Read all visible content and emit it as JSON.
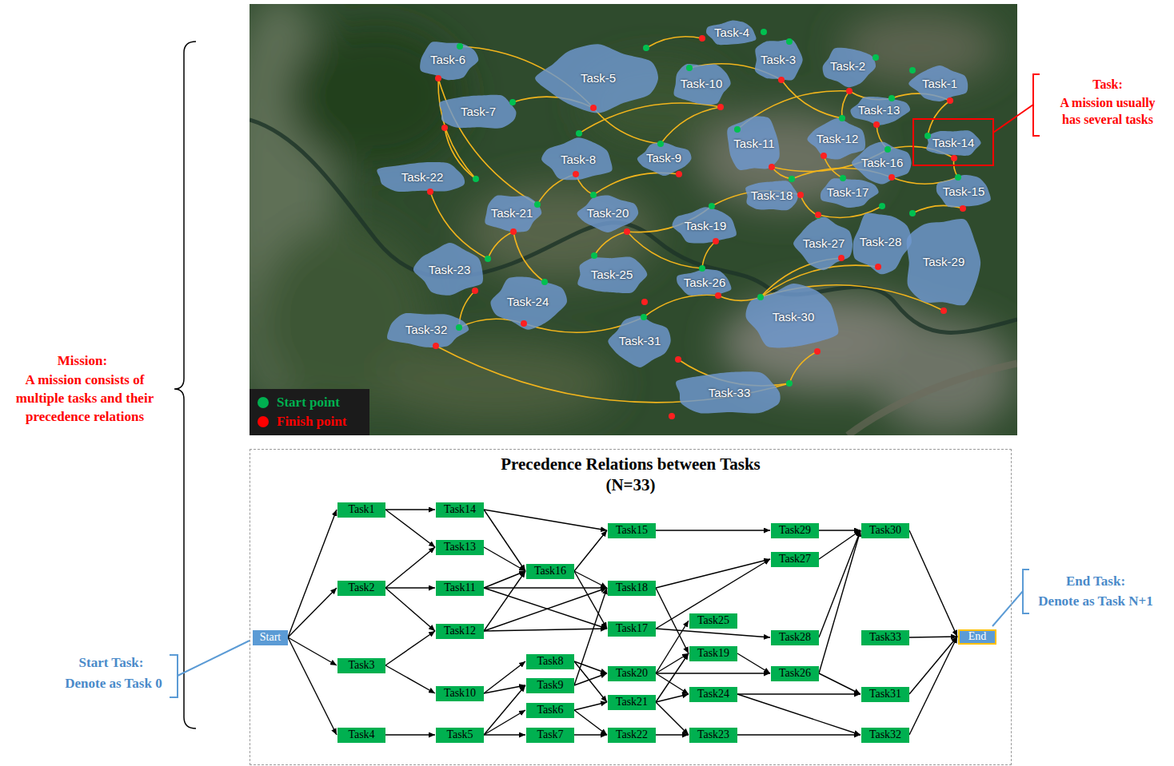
{
  "diagram": {
    "nodes": [
      {
        "text": [
          "Task-1"
        ]
      },
      {
        "text": [
          "Task-2"
        ]
      },
      {
        "text": [
          "Task-3"
        ]
      },
      {
        "text": [
          "Task-4"
        ]
      },
      {
        "text": [
          "Task-5"
        ]
      },
      {
        "text": [
          "Task-6"
        ]
      },
      {
        "text": [
          "Task-7"
        ]
      },
      {
        "text": [
          "Task-8"
        ]
      },
      {
        "text": [
          "Task-9"
        ]
      },
      {
        "text": [
          "Task-10"
        ]
      },
      {
        "text": [
          "Task-11"
        ]
      },
      {
        "text": [
          "Task-12"
        ]
      },
      {
        "text": [
          "Task-13"
        ]
      },
      {
        "text": [
          "Task-14"
        ]
      },
      {
        "text": [
          "Task-15"
        ]
      },
      {
        "text": [
          "Task-16"
        ]
      },
      {
        "text": [
          "Task-17"
        ]
      },
      {
        "text": [
          "Task-18"
        ]
      },
      {
        "text": [
          "Task-19"
        ]
      },
      {
        "text": [
          "Task-20"
        ]
      },
      {
        "text": [
          "Task-21"
        ]
      },
      {
        "text": [
          "Task-22"
        ]
      },
      {
        "text": [
          "Task-23"
        ]
      },
      {
        "text": [
          "Task-24"
        ]
      },
      {
        "text": [
          "Task-25"
        ]
      },
      {
        "text": [
          "Task-26"
        ]
      },
      {
        "text": [
          "Task-27"
        ]
      },
      {
        "text": [
          "Task-28"
        ]
      },
      {
        "text": [
          "Task-29"
        ]
      },
      {
        "text": [
          "Task-30"
        ]
      },
      {
        "text": [
          "Task-31"
        ]
      },
      {
        "text": [
          "Task-32"
        ]
      },
      {
        "text": [
          "Task-33"
        ]
      },
      {
        "text": [
          "Precedence Relations between Tasks (N=33)"
        ]
      },
      {
        "text": [
          "Start"
        ],
        "in": 33
      },
      {
        "text": [
          "Task1"
        ],
        "in": 33
      },
      {
        "text": [
          "Task2"
        ],
        "in": 33
      },
      {
        "text": [
          "Task3"
        ],
        "in": 33
      },
      {
        "text": [
          "Task4"
        ],
        "in": 33
      },
      {
        "text": [
          "Task5"
        ],
        "in": 33
      },
      {
        "text": [
          "Task6"
        ],
        "in": 33
      },
      {
        "text": [
          "Task7"
        ],
        "in": 33
      },
      {
        "text": [
          "Task8"
        ],
        "in": 33
      },
      {
        "text": [
          "Task9"
        ],
        "in": 33
      },
      {
        "text": [
          "Task10"
        ],
        "in": 33
      },
      {
        "text": [
          "Task11"
        ],
        "in": 33
      },
      {
        "text": [
          "Task12"
        ],
        "in": 33
      },
      {
        "text": [
          "Task13"
        ],
        "in": 33
      },
      {
        "text": [
          "Task14"
        ],
        "in": 33
      },
      {
        "text": [
          "Task15"
        ],
        "in": 33
      },
      {
        "text": [
          "Task16"
        ],
        "in": 33
      },
      {
        "text": [
          "Task17"
        ],
        "in": 33
      },
      {
        "text": [
          "Task18"
        ],
        "in": 33
      },
      {
        "text": [
          "Task19"
        ],
        "in": 33
      },
      {
        "text": [
          "Task20"
        ],
        "in": 33
      },
      {
        "text": [
          "Task21"
        ],
        "in": 33
      },
      {
        "text": [
          "Task22"
        ],
        "in": 33
      },
      {
        "text": [
          "Task23"
        ],
        "in": 33
      },
      {
        "text": [
          "Task24"
        ],
        "in": 33
      },
      {
        "text": [
          "Task25"
        ],
        "in": 33
      },
      {
        "text": [
          "Task26"
        ],
        "in": 33
      },
      {
        "text": [
          "Task27"
        ],
        "in": 33
      },
      {
        "text": [
          "Task28"
        ],
        "in": 33
      },
      {
        "text": [
          "Task29"
        ],
        "in": 33
      },
      {
        "text": [
          "Task30"
        ],
        "in": 33
      },
      {
        "text": [
          "Task31"
        ],
        "in": 33
      },
      {
        "text": [
          "Task32"
        ],
        "in": 33
      },
      {
        "text": [
          "Task33"
        ],
        "in": 33
      },
      {
        "text": [
          "End"
        ],
        "in": 33
      }
    ],
    "edges": [
      {
        "from": 34,
        "to": 35,
        "arrow": "to"
      },
      {
        "from": 34,
        "to": 36,
        "arrow": "to"
      },
      {
        "from": 34,
        "to": 37,
        "arrow": "to"
      },
      {
        "from": 34,
        "to": 38,
        "arrow": "to"
      },
      {
        "from": 35,
        "to": 48,
        "arrow": "to"
      },
      {
        "from": 35,
        "to": 47,
        "arrow": "to"
      },
      {
        "from": 36,
        "to": 47,
        "arrow": "to"
      },
      {
        "from": 36,
        "to": 45,
        "arrow": "to"
      },
      {
        "from": 36,
        "to": 46,
        "arrow": "to"
      },
      {
        "from": 37,
        "to": 46,
        "arrow": "to"
      },
      {
        "from": 37,
        "to": 44,
        "arrow": "to"
      },
      {
        "from": 38,
        "to": 39,
        "arrow": "to"
      },
      {
        "from": 48,
        "to": 49,
        "arrow": "to"
      },
      {
        "from": 48,
        "to": 50,
        "arrow": "to"
      },
      {
        "from": 47,
        "to": 50,
        "arrow": "to"
      },
      {
        "from": 45,
        "to": 50,
        "arrow": "to"
      },
      {
        "from": 45,
        "to": 52,
        "arrow": "to"
      },
      {
        "from": 45,
        "to": 51,
        "arrow": "to"
      },
      {
        "from": 46,
        "to": 50,
        "arrow": "to"
      },
      {
        "from": 46,
        "to": 52,
        "arrow": "to"
      },
      {
        "from": 46,
        "to": 51,
        "arrow": "to"
      },
      {
        "from": 50,
        "to": 49,
        "arrow": "to"
      },
      {
        "from": 50,
        "to": 52,
        "arrow": "to"
      },
      {
        "from": 50,
        "to": 51,
        "arrow": "to"
      },
      {
        "from": 49,
        "to": 63,
        "arrow": "to"
      },
      {
        "from": 63,
        "to": 64,
        "arrow": "to"
      },
      {
        "from": 52,
        "to": 61,
        "arrow": "to"
      },
      {
        "from": 52,
        "to": 53,
        "arrow": "to"
      },
      {
        "from": 51,
        "to": 61,
        "arrow": "to"
      },
      {
        "from": 51,
        "to": 62,
        "arrow": "to"
      },
      {
        "from": 61,
        "to": 64,
        "arrow": "to"
      },
      {
        "from": 62,
        "to": 64,
        "arrow": "to"
      },
      {
        "from": 44,
        "to": 42,
        "arrow": "to"
      },
      {
        "from": 44,
        "to": 43,
        "arrow": "to"
      },
      {
        "from": 39,
        "to": 43,
        "arrow": "to"
      },
      {
        "from": 39,
        "to": 40,
        "arrow": "to"
      },
      {
        "from": 39,
        "to": 41,
        "arrow": "to"
      },
      {
        "from": 42,
        "to": 54,
        "arrow": "to"
      },
      {
        "from": 42,
        "to": 55,
        "arrow": "to"
      },
      {
        "from": 43,
        "to": 54,
        "arrow": "to"
      },
      {
        "from": 43,
        "to": 52,
        "arrow": "to"
      },
      {
        "from": 40,
        "to": 55,
        "arrow": "to"
      },
      {
        "from": 40,
        "to": 56,
        "arrow": "to"
      },
      {
        "from": 41,
        "to": 56,
        "arrow": "to"
      },
      {
        "from": 54,
        "to": 59,
        "arrow": "to"
      },
      {
        "from": 54,
        "to": 53,
        "arrow": "to"
      },
      {
        "from": 54,
        "to": 60,
        "arrow": "to"
      },
      {
        "from": 54,
        "to": 58,
        "arrow": "to"
      },
      {
        "from": 55,
        "to": 53,
        "arrow": "to"
      },
      {
        "from": 55,
        "to": 58,
        "arrow": "to"
      },
      {
        "from": 55,
        "to": 57,
        "arrow": "to"
      },
      {
        "from": 56,
        "to": 57,
        "arrow": "to"
      },
      {
        "from": 53,
        "to": 60,
        "arrow": "to"
      },
      {
        "from": 60,
        "to": 64,
        "arrow": "to"
      },
      {
        "from": 60,
        "to": 65,
        "arrow": "to"
      },
      {
        "from": 58,
        "to": 65,
        "arrow": "to"
      },
      {
        "from": 58,
        "to": 66,
        "arrow": "to"
      },
      {
        "from": 57,
        "to": 66,
        "arrow": "to"
      },
      {
        "from": 64,
        "to": 68,
        "arrow": "to"
      },
      {
        "from": 67,
        "to": 68,
        "arrow": "to"
      },
      {
        "from": 65,
        "to": 68,
        "arrow": "to"
      },
      {
        "from": 66,
        "to": 68,
        "arrow": "to"
      }
    ],
    "labels": [
      "Task:",
      "A mission usually has several tasks",
      "Mission:",
      "A mission consists of multiple tasks and their precedence relations",
      "Start Task:",
      "Denote as Task 0",
      "End Task:",
      "Denote as Task N+1"
    ],
    "legend": [
      {
        "text": "Start point",
        "color": "#00b050"
      },
      {
        "text": "Finish point",
        "color": "#ff0000"
      }
    ]
  }
}
